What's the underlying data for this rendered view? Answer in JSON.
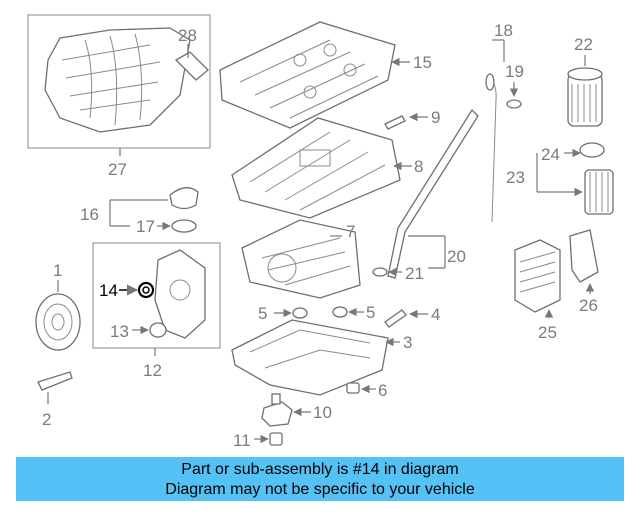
{
  "banner": {
    "line1": "Part or sub-assembly is #14 in diagram",
    "line2": "Diagram may not be specific to your vehicle"
  },
  "highlight_color": "#55c2f5",
  "selected_callout": "14",
  "callouts": {
    "c1": "1",
    "c2": "2",
    "c3": "3",
    "c4": "4",
    "c5a": "5",
    "c5b": "5",
    "c6": "6",
    "c7": "7",
    "c8": "8",
    "c9": "9",
    "c10": "10",
    "c11": "11",
    "c12": "12",
    "c13": "13",
    "c14": "14",
    "c15": "15",
    "c16": "16",
    "c17": "17",
    "c18": "18",
    "c19": "19",
    "c20": "20",
    "c21": "21",
    "c22": "22",
    "c23": "23",
    "c24": "24",
    "c25": "25",
    "c26": "26",
    "c27": "27",
    "c28": "28"
  }
}
